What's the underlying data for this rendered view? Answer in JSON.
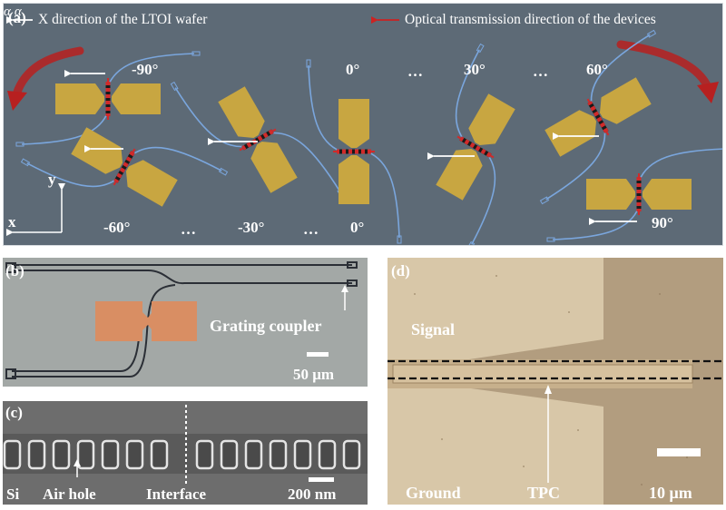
{
  "panel_a": {
    "label": "(a)",
    "legend_white": "X direction of  the LTOI wafer",
    "legend_red": "Optical transmission direction of the devices",
    "top_row_angles": [
      "-90°",
      "0°",
      "30°",
      "60°"
    ],
    "bottom_row_angles": [
      "-60°",
      "-30°",
      "0°",
      "90°"
    ],
    "ellipsis": "…",
    "alpha": "α",
    "axis_x": "x",
    "axis_y": "y",
    "colors": {
      "background": "#5d6a76",
      "electrode": "#c8a641",
      "waveguide": "#6f9bd4",
      "optical_arrow": "#cc2222",
      "wafer_arrow": "#ffffff"
    }
  },
  "panel_b": {
    "label": "(b)",
    "grating_label": "Grating coupler",
    "scale": "50 μm"
  },
  "panel_c": {
    "label": "(c)",
    "si_label": "Si",
    "air_hole_label": "Air hole",
    "interface_label": "Interface",
    "scale": "200 nm"
  },
  "panel_d": {
    "label": "(d)",
    "signal_label": "Signal",
    "ground_label": "Ground",
    "tpc_label": "TPC",
    "scale": "10 μm"
  }
}
